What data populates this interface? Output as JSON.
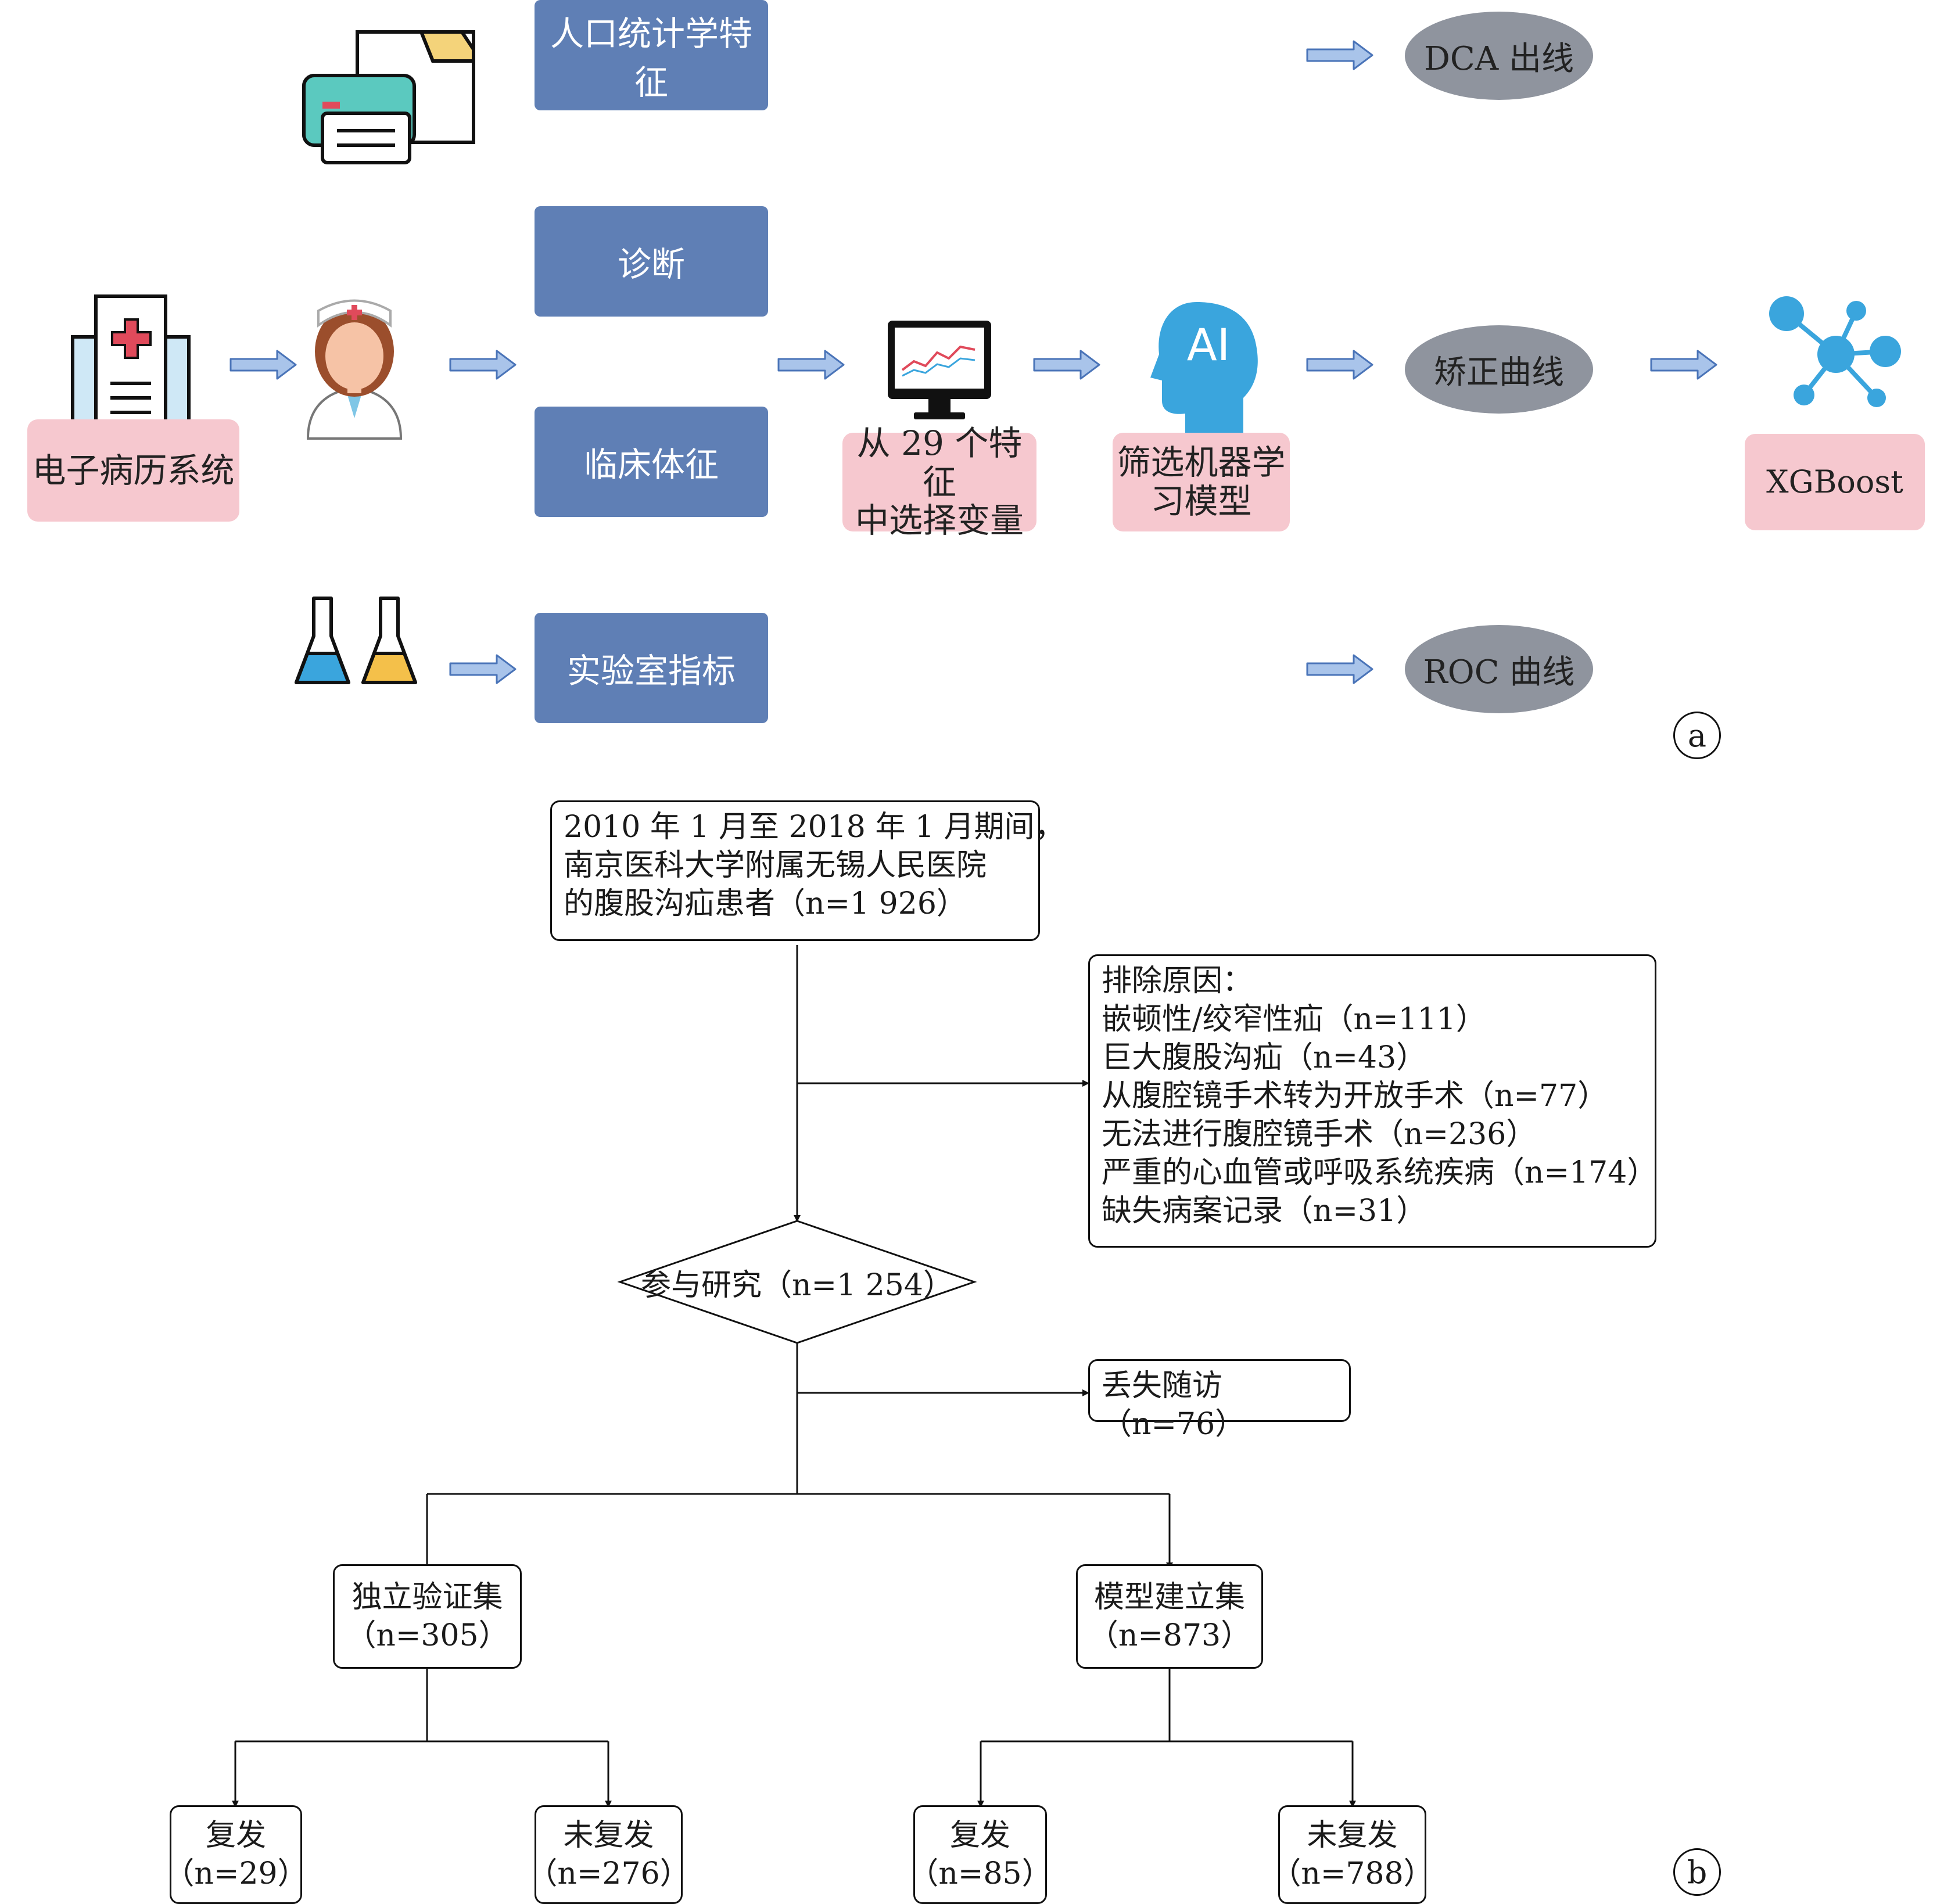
{
  "panel_a": {
    "features": [
      "人口统计学特征",
      "诊断",
      "临床体征",
      "实验室指标"
    ],
    "source_label": "电子病历系统",
    "select_label": [
      "从 29 个特征",
      "中选择变量"
    ],
    "screen_label": [
      "筛选机器学",
      "习模型"
    ],
    "model_label": "XGBoost",
    "ai_text": "AI",
    "curves": [
      "DCA 出线",
      "矫正曲线",
      "ROC 曲线"
    ],
    "panel_tag": "a"
  },
  "panel_b": {
    "cohort": [
      "2010 年 1 月至 2018 年 1 月期间，",
      "南京医科大学附属无锡人民医院",
      "的腹股沟疝患者（n=1 926）"
    ],
    "exclusion_title": "排除原因：",
    "exclusions": [
      "嵌顿性/绞窄性疝（n=111）",
      "巨大腹股沟疝（n=43）",
      "从腹腔镜手术转为开放手术（n=77）",
      "无法进行腹腔镜手术（n=236）",
      "严重的心血管或呼吸系统疾病（n=174）",
      "缺失病案记录（n=31）"
    ],
    "enrolled": "参与研究（n=1 254）",
    "lost": "丢失随访（n=76）",
    "validation": {
      "title": "独立验证集",
      "n": "（n=305）"
    },
    "training": {
      "title": "模型建立集",
      "n": "（n=873）"
    },
    "validation_outcomes": [
      {
        "title": "复发",
        "n": "（n=29）"
      },
      {
        "title": "未复发",
        "n": "（n=276）"
      }
    ],
    "training_outcomes": [
      {
        "title": "复发",
        "n": "（n=85）"
      },
      {
        "title": "未复发",
        "n": "（n=788）"
      }
    ],
    "panel_tag": "b"
  },
  "colors": {
    "feature_box": "#5f7fb5",
    "label_pink": "#f6c8cf",
    "curve_ellipse": "#8f949e",
    "arrow_fill": "#a9c4ea",
    "arrow_stroke": "#4a74b8",
    "icon_blue": "#3aa5dd"
  }
}
